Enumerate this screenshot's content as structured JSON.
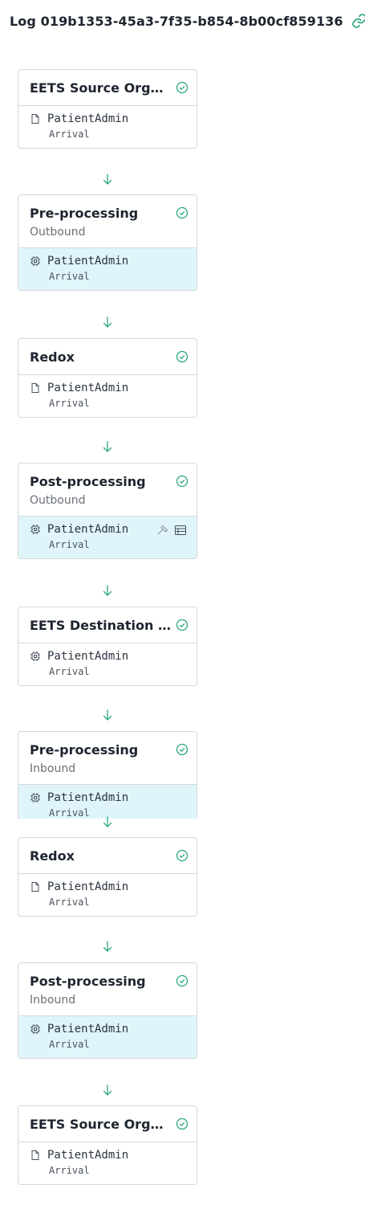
{
  "header": {
    "title": "Log 019b1353-45a3-7f35-b854-8b00cf859136",
    "link_icon": "link-icon"
  },
  "colors": {
    "accent": "#2aa876",
    "highlight": "#dff5fa",
    "border": "#d4d8dc"
  },
  "steps": [
    {
      "title": "EETS Source Organization",
      "subtitle": "",
      "item": "PatientAdmin",
      "item_sub": "Arrival",
      "item_icon": "file-icon"
    },
    {
      "title": "Pre-processing",
      "subtitle": "Outbound",
      "item": "PatientAdmin",
      "item_sub": "Arrival",
      "item_icon": "chip-icon"
    },
    {
      "title": "Redox",
      "subtitle": "",
      "item": "PatientAdmin",
      "item_sub": "Arrival",
      "item_icon": "file-icon"
    },
    {
      "title": "Post-processing",
      "subtitle": "Outbound",
      "item": "PatientAdmin",
      "item_sub": "Arrival",
      "item_icon": "chip-icon"
    },
    {
      "title": "EETS Destination Organization",
      "subtitle": "",
      "item": "PatientAdmin",
      "item_sub": "Arrival",
      "item_icon": "chip-icon"
    },
    {
      "title": "Pre-processing",
      "subtitle": "Inbound",
      "item": "PatientAdmin",
      "item_sub": "Arrival",
      "item_icon": "chip-icon"
    },
    {
      "title": "Redox",
      "subtitle": "",
      "item": "PatientAdmin",
      "item_sub": "Arrival",
      "item_icon": "file-icon"
    },
    {
      "title": "Post-processing",
      "subtitle": "Inbound",
      "item": "PatientAdmin",
      "item_sub": "Arrival",
      "item_icon": "chip-icon"
    },
    {
      "title": "EETS Source Organization",
      "subtitle": "",
      "item": "PatientAdmin",
      "item_sub": "Arrival",
      "item_icon": "file-icon"
    }
  ]
}
